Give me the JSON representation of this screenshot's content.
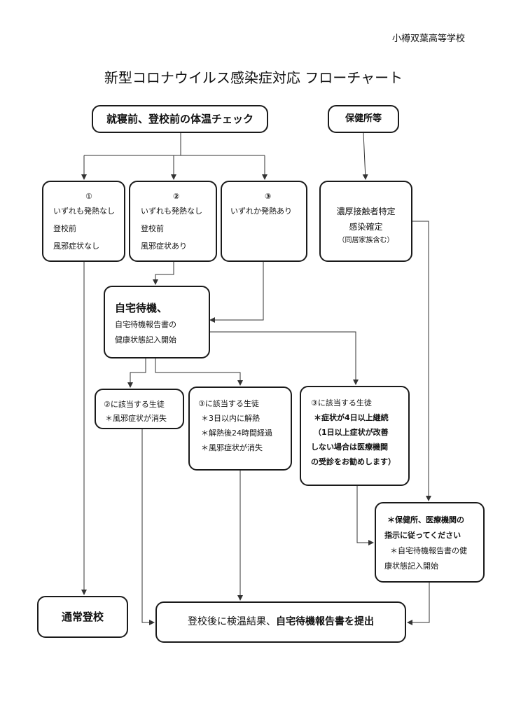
{
  "header": {
    "school": "小樽双葉高等学校",
    "title": "新型コロナウイルス感染症対応 フローチャート"
  },
  "boxes": {
    "check": "就寝前、登校前の体温チェック",
    "health_center": "保健所等",
    "case1": {
      "num": "①",
      "lines": [
        "いずれも発熱なし",
        "登校前",
        "風邪症状なし"
      ]
    },
    "case2": {
      "num": "②",
      "lines": [
        "いずれも発熱なし",
        "登校前",
        "風邪症状あり"
      ]
    },
    "case3": {
      "num": "③",
      "lines": [
        "いずれか発熱あり"
      ]
    },
    "contact": {
      "lines": [
        "濃厚接触者特定",
        "感染確定"
      ],
      "note": "（同居家族含む）"
    },
    "home": {
      "heading": "自宅待機、",
      "lines": [
        "自宅待機報告書の",
        "健康状態記入開始"
      ]
    },
    "s2": {
      "lines": [
        "②に該当する生徒",
        "＊風邪症状が消失"
      ]
    },
    "s3a": {
      "lines": [
        "③に該当する生徒",
        "＊3日以内に解熱",
        "＊解熱後24時間経過",
        "＊風邪症状が消失"
      ]
    },
    "s3b": {
      "first": "③に該当する生徒",
      "bold_lines": [
        "＊症状が4日以上継続",
        "（1日以上症状が改善",
        "しない場合は医療機関",
        "の受診をお勧めします）"
      ]
    },
    "follow": {
      "bold_lines": [
        "＊保健所、医療機関の",
        "指示に従ってください"
      ],
      "lines": [
        "＊自宅待機報告書の健",
        "康状態記入開始"
      ]
    },
    "normal": "通常登校",
    "submit": {
      "normal_part": "登校後に検温結果、",
      "bold_part": "自宅待機報告書を提出"
    }
  }
}
